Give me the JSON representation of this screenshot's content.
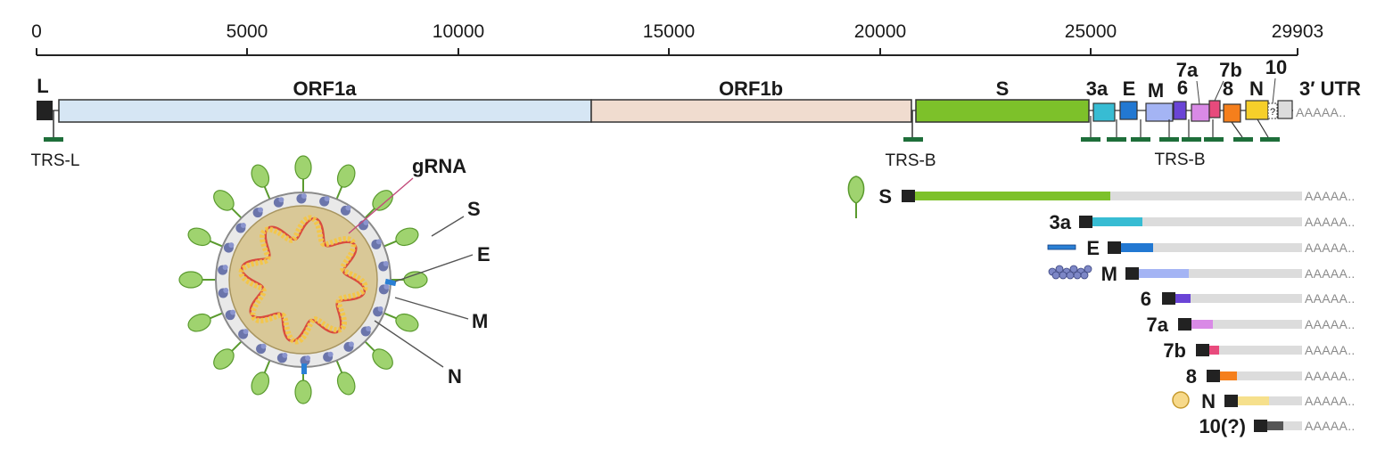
{
  "axis": {
    "ticks": [
      "0",
      "5000",
      "10000",
      "15000",
      "20000",
      "25000",
      "29903"
    ]
  },
  "genome": {
    "genes": [
      {
        "id": "L",
        "label": "L",
        "color": "#222222"
      },
      {
        "id": "ORF1a",
        "label": "ORF1a",
        "color": "#d6e6f4"
      },
      {
        "id": "ORF1b",
        "label": "ORF1b",
        "color": "#f0dccf"
      },
      {
        "id": "S",
        "label": "S",
        "color": "#7dc12a"
      },
      {
        "id": "3a",
        "label": "3a",
        "color": "#37bcd3"
      },
      {
        "id": "E",
        "label": "E",
        "color": "#2278d2"
      },
      {
        "id": "M",
        "label": "M",
        "color": "#a4b4f4"
      },
      {
        "id": "6",
        "label": "6",
        "color": "#6a44d6"
      },
      {
        "id": "7a",
        "label": "7a",
        "color": "#d98ae6"
      },
      {
        "id": "7b",
        "label": "7b",
        "color": "#e84a7c"
      },
      {
        "id": "8",
        "label": "8",
        "color": "#f57f1c"
      },
      {
        "id": "N",
        "label": "N",
        "color": "#f6cf2a"
      },
      {
        "id": "10",
        "label": "10",
        "color": "#ffffff"
      },
      {
        "id": "3UTR",
        "label": "3′ UTR",
        "color": "#dcdcdc"
      }
    ],
    "polyA": "AAAAA..",
    "trs": {
      "left": "TRS-L",
      "body_s": "TRS-B",
      "body_group": "TRS-B"
    },
    "unknown_mark": "?"
  },
  "subgenomic": {
    "polyA": "AAAAA..",
    "leader_color": "#222222",
    "tail_color": "#dcdcdc",
    "rows": [
      {
        "label": "S",
        "color": "#7dc12a",
        "icon": "spike-icon"
      },
      {
        "label": "3a",
        "color": "#37bcd3",
        "icon": ""
      },
      {
        "label": "E",
        "color": "#2278d2",
        "icon": "envelope-protein-icon"
      },
      {
        "label": "M",
        "color": "#a4b4f4",
        "icon": "membrane-protein-icon"
      },
      {
        "label": "6",
        "color": "#6a44d6",
        "icon": ""
      },
      {
        "label": "7a",
        "color": "#d98ae6",
        "icon": ""
      },
      {
        "label": "7b",
        "color": "#e84a7c",
        "icon": ""
      },
      {
        "label": "8",
        "color": "#f57f1c",
        "icon": ""
      },
      {
        "label": "N",
        "color": "#f6e08c",
        "icon": "nucleocapsid-icon"
      },
      {
        "label": "10(?)",
        "color": "#555555",
        "icon": ""
      }
    ]
  },
  "virion": {
    "labels": {
      "grna": "gRNA",
      "s": "S",
      "e": "E",
      "m": "M",
      "n": "N"
    },
    "colors": {
      "spike": "#9fd36f",
      "spike_stroke": "#5a9a2e",
      "envelope": "#e9e9e9",
      "interior": "#d9c897",
      "rna": "#d94a3e",
      "nucleocapsid": "#f5c542",
      "membrane_protein": "#5560a0",
      "e_protein": "#2a7fd4"
    }
  }
}
